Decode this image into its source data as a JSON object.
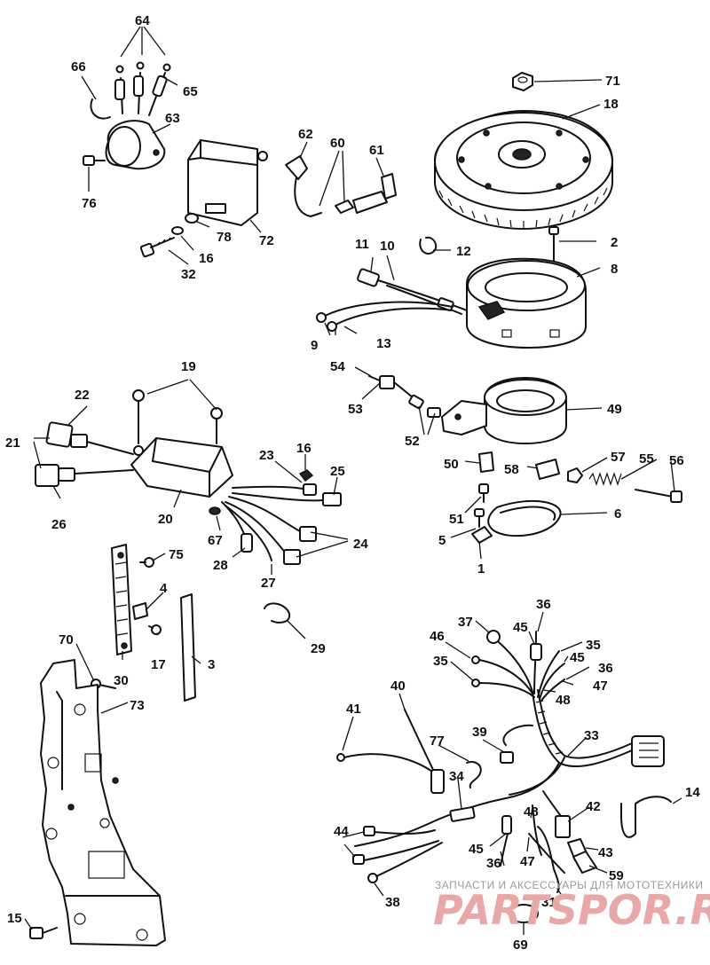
{
  "callouts": [
    {
      "id": "c64",
      "text": "64"
    },
    {
      "id": "c66",
      "text": "66"
    },
    {
      "id": "c65",
      "text": "65"
    },
    {
      "id": "c63",
      "text": "63"
    },
    {
      "id": "c76",
      "text": "76"
    },
    {
      "id": "c62",
      "text": "62"
    },
    {
      "id": "c60",
      "text": "60"
    },
    {
      "id": "c61",
      "text": "61"
    },
    {
      "id": "c71",
      "text": "71"
    },
    {
      "id": "c18",
      "text": "18"
    },
    {
      "id": "c78",
      "text": "78"
    },
    {
      "id": "c72",
      "text": "72"
    },
    {
      "id": "c16a",
      "text": "16"
    },
    {
      "id": "c32",
      "text": "32"
    },
    {
      "id": "c2",
      "text": "2"
    },
    {
      "id": "c11",
      "text": "11"
    },
    {
      "id": "c10",
      "text": "10"
    },
    {
      "id": "c12",
      "text": "12"
    },
    {
      "id": "c8",
      "text": "8"
    },
    {
      "id": "c9",
      "text": "9"
    },
    {
      "id": "c13",
      "text": "13"
    },
    {
      "id": "c19",
      "text": "19"
    },
    {
      "id": "c54",
      "text": "54"
    },
    {
      "id": "c22",
      "text": "22"
    },
    {
      "id": "c53",
      "text": "53"
    },
    {
      "id": "c49",
      "text": "49"
    },
    {
      "id": "c21",
      "text": "21"
    },
    {
      "id": "c16b",
      "text": "16"
    },
    {
      "id": "c52",
      "text": "52"
    },
    {
      "id": "c23",
      "text": "23"
    },
    {
      "id": "c25",
      "text": "25"
    },
    {
      "id": "c57",
      "text": "57"
    },
    {
      "id": "c55",
      "text": "55"
    },
    {
      "id": "c56",
      "text": "56"
    },
    {
      "id": "c50",
      "text": "50"
    },
    {
      "id": "c58",
      "text": "58"
    },
    {
      "id": "c26",
      "text": "26"
    },
    {
      "id": "c20",
      "text": "20"
    },
    {
      "id": "c51",
      "text": "51"
    },
    {
      "id": "c6",
      "text": "6"
    },
    {
      "id": "c67",
      "text": "67"
    },
    {
      "id": "c24",
      "text": "24"
    },
    {
      "id": "c5",
      "text": "5"
    },
    {
      "id": "c1",
      "text": "1"
    },
    {
      "id": "c75",
      "text": "75"
    },
    {
      "id": "c28",
      "text": "28"
    },
    {
      "id": "c27",
      "text": "27"
    },
    {
      "id": "c4",
      "text": "4"
    },
    {
      "id": "c36a",
      "text": "36"
    },
    {
      "id": "c29",
      "text": "29"
    },
    {
      "id": "c37",
      "text": "37"
    },
    {
      "id": "c45a",
      "text": "45"
    },
    {
      "id": "c46",
      "text": "46"
    },
    {
      "id": "c35a",
      "text": "35"
    },
    {
      "id": "c17",
      "text": "17"
    },
    {
      "id": "c3",
      "text": "3"
    },
    {
      "id": "c70",
      "text": "70"
    },
    {
      "id": "c35b",
      "text": "35"
    },
    {
      "id": "c45b",
      "text": "45"
    },
    {
      "id": "c30",
      "text": "30"
    },
    {
      "id": "c36b",
      "text": "36"
    },
    {
      "id": "c40",
      "text": "40"
    },
    {
      "id": "c47a",
      "text": "47"
    },
    {
      "id": "c73",
      "text": "73"
    },
    {
      "id": "c48a",
      "text": "48"
    },
    {
      "id": "c41",
      "text": "41"
    },
    {
      "id": "c39",
      "text": "39"
    },
    {
      "id": "c33",
      "text": "33"
    },
    {
      "id": "c77",
      "text": "77"
    },
    {
      "id": "c34",
      "text": "34"
    },
    {
      "id": "c14",
      "text": "14"
    },
    {
      "id": "c42",
      "text": "42"
    },
    {
      "id": "c48b",
      "text": "48"
    },
    {
      "id": "c44",
      "text": "44"
    },
    {
      "id": "c45c",
      "text": "45"
    },
    {
      "id": "c43",
      "text": "43"
    },
    {
      "id": "c36c",
      "text": "36"
    },
    {
      "id": "c47b",
      "text": "47"
    },
    {
      "id": "c59",
      "text": "59"
    },
    {
      "id": "c38",
      "text": "38"
    },
    {
      "id": "c31",
      "text": "31"
    },
    {
      "id": "c15",
      "text": "15"
    },
    {
      "id": "c69",
      "text": "69"
    }
  ],
  "watermark": {
    "tagline": "ЗАПЧАСТИ И АКСЕССУАРЫ ДЛЯ МОТОТЕХНИКИ",
    "brand": "PARTSPOR.RU"
  }
}
